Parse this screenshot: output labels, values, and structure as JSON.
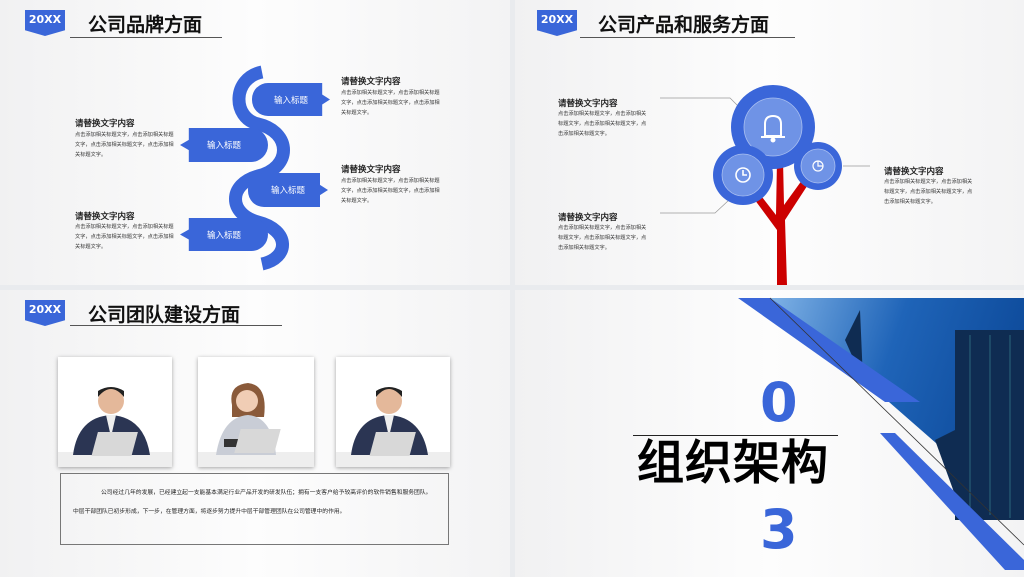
{
  "colors": {
    "accent": "#3a66d9",
    "accent_light": "#6f93e6",
    "trunk": "#cc0000"
  },
  "badge": "20XX",
  "slide1": {
    "title": "公司品牌方面",
    "tabs": [
      "输入标题",
      "输入标题",
      "输入标题",
      "输入标题"
    ],
    "items": [
      {
        "heading": "请替换文字内容",
        "body": "点击添加相关标题文字，点击添加相关标题文字，点击添加相关标题文字，点击添加相关标题文字。"
      },
      {
        "heading": "请替换文字内容",
        "body": "点击添加相关标题文字，点击添加相关标题文字，点击添加相关标题文字，点击添加相关标题文字。"
      },
      {
        "heading": "请替换文字内容",
        "body": "点击添加相关标题文字，点击添加相关标题文字，点击添加相关标题文字，点击添加相关标题文字。"
      },
      {
        "heading": "请替换文字内容",
        "body": "点击添加相关标题文字，点击添加相关标题文字，点击添加相关标题文字，点击添加相关标题文字。"
      }
    ]
  },
  "slide2": {
    "title": "公司产品和服务方面",
    "icons": [
      "bell-icon",
      "clock-icon",
      "pie-chart-icon"
    ],
    "items": [
      {
        "heading": "请替换文字内容",
        "body": "点击添加相关标题文字，点击添加相关标题文字，点击添加相关标题文字，点击添加相关标题文字。"
      },
      {
        "heading": "请替换文字内容",
        "body": "点击添加相关标题文字，点击添加相关标题文字，点击添加相关标题文字，点击添加相关标题文字。"
      },
      {
        "heading": "请替换文字内容",
        "body": "点击添加相关标题文字，点击添加相关标题文字，点击添加相关标题文字，点击添加相关标题文字。"
      }
    ]
  },
  "slide3": {
    "title": "公司团队建设方面",
    "paragraph": "公司经过几年的发展，已经建立起一支能基本满足行业产品开发的研发队伍；拥有一支客户给予较高评价的软件销售和服务团队。中层干部团队已初步形成，下一步，在管理方面，将逐步努力提升中层干部管理团队在公司管理中的作用。"
  },
  "slide4": {
    "number_top": "0",
    "number_bottom": "3",
    "title": "组织架构"
  }
}
